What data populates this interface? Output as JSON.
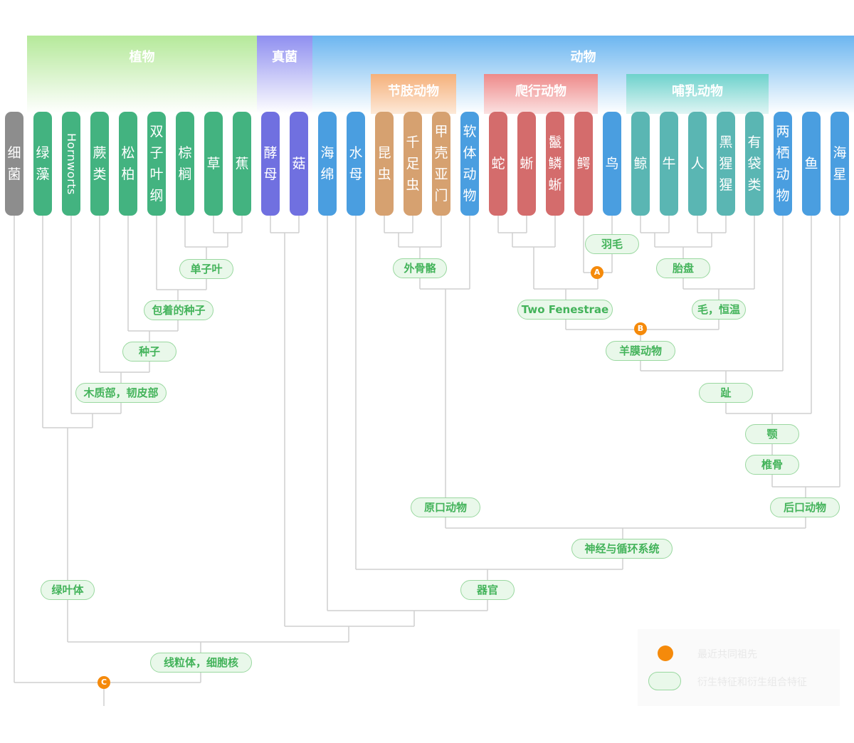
{
  "colors": {
    "bacteria": "#8d8d8d",
    "plant": "#43b380",
    "fungus": "#7070e0",
    "animal": "#4a9ee0",
    "arthropod": "#d6a170",
    "reptile": "#d46c6c",
    "mammal": "#5ab6b3",
    "marker": "#f58a0b",
    "trait_fill": "#e9f8ea",
    "trait_border": "#9ad8a0",
    "trait_text": "#43b35a",
    "line": "#cfcfcf"
  },
  "groups": [
    {
      "id": "plants",
      "label": "植物"
    },
    {
      "id": "fungi",
      "label": "真菌"
    },
    {
      "id": "animals",
      "label": "动物"
    }
  ],
  "subgroups": [
    {
      "id": "arthropods",
      "label": "节肢动物"
    },
    {
      "id": "reptiles",
      "label": "爬行动物"
    },
    {
      "id": "mammals",
      "label": "哺乳动物"
    }
  ],
  "taxa": [
    {
      "id": "bacteria",
      "label": "细菌"
    },
    {
      "id": "green-algae",
      "label": "绿藻"
    },
    {
      "id": "hornworts",
      "label": "Hornworts"
    },
    {
      "id": "ferns",
      "label": "蕨类"
    },
    {
      "id": "conifers",
      "label": "松柏"
    },
    {
      "id": "dicots",
      "label": "双子叶纲"
    },
    {
      "id": "palm",
      "label": "棕榈"
    },
    {
      "id": "grass",
      "label": "草"
    },
    {
      "id": "banana",
      "label": "蕉"
    },
    {
      "id": "yeast",
      "label": "酵母"
    },
    {
      "id": "mushroom",
      "label": "菇"
    },
    {
      "id": "sponge",
      "label": "海绵"
    },
    {
      "id": "jellyfish",
      "label": "水母"
    },
    {
      "id": "insect",
      "label": "昆虫"
    },
    {
      "id": "centipede",
      "label": "千足虫"
    },
    {
      "id": "crustacean",
      "label": "甲壳亚门"
    },
    {
      "id": "mollusc",
      "label": "软体动物"
    },
    {
      "id": "snake",
      "label": "蛇"
    },
    {
      "id": "lizard",
      "label": "蜥"
    },
    {
      "id": "tuatara",
      "label": "鬣鳞蜥"
    },
    {
      "id": "crocodile",
      "label": "鳄"
    },
    {
      "id": "bird",
      "label": "鸟"
    },
    {
      "id": "whale",
      "label": "鲸"
    },
    {
      "id": "cow",
      "label": "牛"
    },
    {
      "id": "human",
      "label": "人"
    },
    {
      "id": "chimp",
      "label": "黑猩猩"
    },
    {
      "id": "marsupial",
      "label": "有袋类"
    },
    {
      "id": "amphibian",
      "label": "两栖动物"
    },
    {
      "id": "fish",
      "label": "鱼"
    },
    {
      "id": "starfish",
      "label": "海星"
    }
  ],
  "traits": [
    {
      "id": "monocot-leaf",
      "label": "单子叶"
    },
    {
      "id": "enclosed-seed",
      "label": "包着的种子"
    },
    {
      "id": "seed",
      "label": "种子"
    },
    {
      "id": "xylem-phloem",
      "label": "木质部，韧皮部"
    },
    {
      "id": "chloroplast",
      "label": "绿叶体"
    },
    {
      "id": "mito-nucleus",
      "label": "线粒体，细胞核"
    },
    {
      "id": "exoskeleton",
      "label": "外骨骼"
    },
    {
      "id": "feathers",
      "label": "羽毛"
    },
    {
      "id": "placenta",
      "label": "胎盘"
    },
    {
      "id": "two-fenestrae",
      "label": "Two Fenestrae"
    },
    {
      "id": "hair-warm",
      "label": "毛，恒温"
    },
    {
      "id": "amniote",
      "label": "羊膜动物"
    },
    {
      "id": "toes",
      "label": "趾"
    },
    {
      "id": "jaw",
      "label": "颚"
    },
    {
      "id": "vertebrae",
      "label": "椎骨"
    },
    {
      "id": "protostome",
      "label": "原口动物"
    },
    {
      "id": "deuterostome",
      "label": "后口动物"
    },
    {
      "id": "nerve-circ",
      "label": "神经与循环系统"
    },
    {
      "id": "organs",
      "label": "器官"
    }
  ],
  "markers": [
    {
      "id": "a",
      "label": "A"
    },
    {
      "id": "b",
      "label": "B"
    },
    {
      "id": "c",
      "label": "C"
    }
  ],
  "legend": {
    "marker_text": "最近共同祖先",
    "trait_text": "衍生特征和衍生组合特征"
  }
}
